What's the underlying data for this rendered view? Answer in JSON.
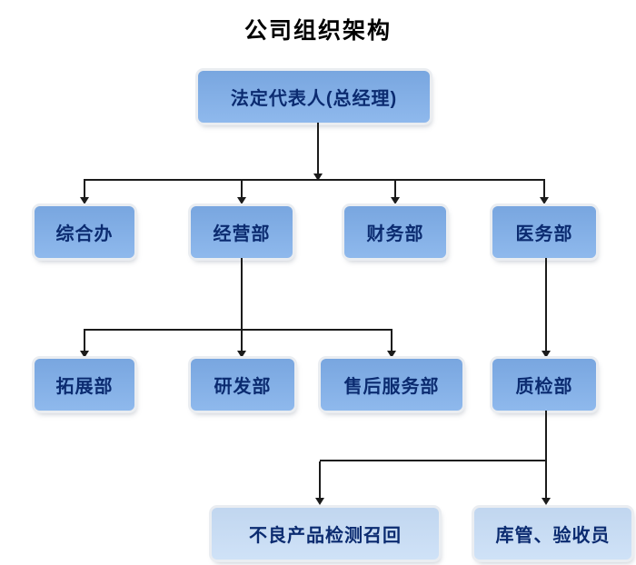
{
  "title": "公司组织架构",
  "colors": {
    "box_fill": "#7FAFEA",
    "box_fill_light": "#C7DDF6",
    "box_text": "#0B2B70",
    "line_color": "#1B1B1B",
    "page_bg": "#FFFFFF",
    "title_color": "#000000"
  },
  "nodes": {
    "root": {
      "label": "法定代表人(总经理)"
    },
    "level2": [
      {
        "label": "综合办"
      },
      {
        "label": "经营部"
      },
      {
        "label": "财务部"
      },
      {
        "label": "医务部"
      }
    ],
    "level3": [
      {
        "label": "拓展部"
      },
      {
        "label": "研发部"
      },
      {
        "label": "售后服务部"
      },
      {
        "label": "质检部"
      }
    ],
    "level4": [
      {
        "label": "不良产品检测召回"
      },
      {
        "label": "库管、验收员"
      }
    ]
  }
}
